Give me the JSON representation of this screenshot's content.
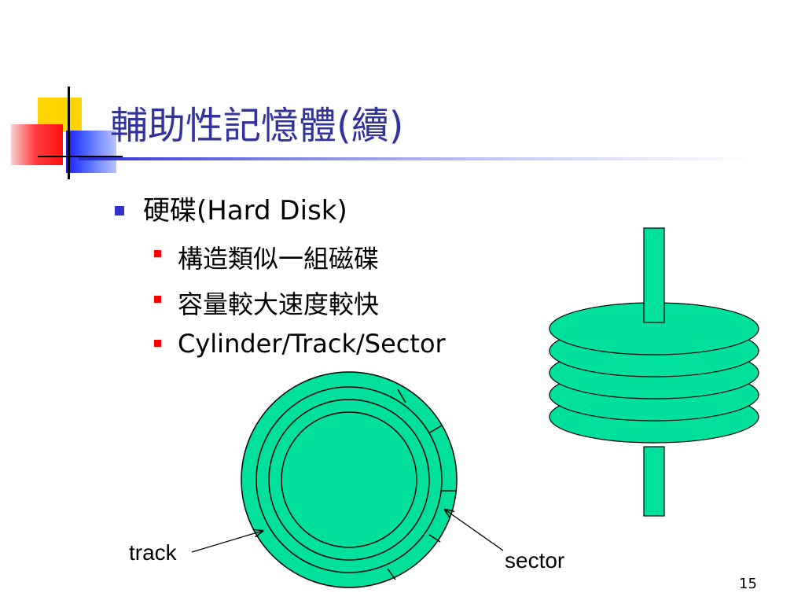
{
  "slide": {
    "title": "輔助性記憶體(續)",
    "page_number": "15"
  },
  "bullets": {
    "main": "硬碟(Hard Disk)",
    "sub": [
      "構造類似一組磁碟",
      "容量較大速度較快",
      "Cylinder/Track/Sector"
    ]
  },
  "diagram": {
    "track_label": "track",
    "sector_label": "sector",
    "disk_color": "#00e09d"
  },
  "colors": {
    "title": "#33339c",
    "main_bullet": "#3333cc",
    "sub_bullet": "#ff0000"
  }
}
